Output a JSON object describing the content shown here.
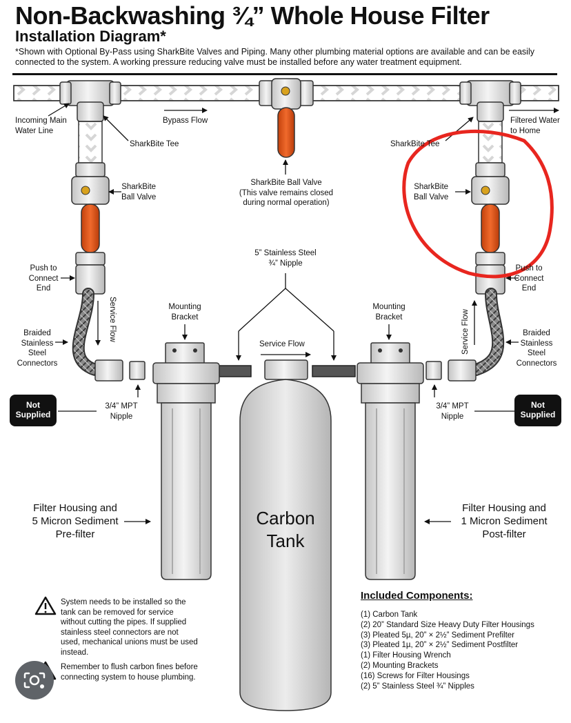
{
  "header": {
    "title": "Non-Backwashing ¾” Whole House Filter",
    "subtitle": "Installation Diagram*",
    "note": "*Shown with Optional By-Pass using SharkBite Valves and Piping. Many other plumbing material options are available and can be easily connected to the system. A working pressure reducing valve must be installed before any water treatment equipment."
  },
  "labels": {
    "incoming": "Incoming Main\nWater Line",
    "bypass_flow": "Bypass Flow",
    "filtered": "Filtered Water\nto Home",
    "tee_left": "SharkBite Tee",
    "tee_right": "SharkBite Tee",
    "ball_valve_left": "SharkBite\nBall Valve",
    "ball_valve_right": "SharkBite\nBall Valve",
    "center_valve": "SharkBite Ball Valve\n(This valve remains closed\nduring normal operation)",
    "push_left": "Push to\nConnect\nEnd",
    "push_right": "Push to\nConnect\nEnd",
    "nipple_5": "5” Stainless Steel\n¾” Nipple",
    "service_flow_left": "Service Flow",
    "service_flow_center": "Service Flow",
    "service_flow_right": "Service Flow",
    "mounting_left": "Mounting\nBracket",
    "mounting_right": "Mounting\nBracket",
    "braided_left": "Braided\nStainless\nSteel\nConnectors",
    "braided_right": "Braided\nStainless\nSteel\nConnectors",
    "not_supplied_left": "Not\nSupplied",
    "not_supplied_right": "Not\nSupplied",
    "mpt_left": "3/4” MPT\nNipple",
    "mpt_right": "3/4” MPT\nNipple",
    "housing_left": "Filter Housing and\n5 Micron Sediment\nPre-filter",
    "housing_right": "Filter Housing and\n1 Micron Sediment\nPost-filter",
    "tank": "Carbon\nTank"
  },
  "warnings": {
    "install": "System needs to be installed so the tank can be removed for service without cutting the pipes. If supplied stainless steel connectors are not used, mechanical unions must be used instead.",
    "flush": "Remember to flush carbon fines before connecting system to house plumbing."
  },
  "components": {
    "title": "Included Components:",
    "items": [
      "(1) Carbon Tank",
      "(2) 20” Standard Size Heavy Duty Filter Housings",
      "(3) Pleated 5µ, 20” × 2½” Sediment Prefilter",
      "(3) Pleated 1µ, 20” × 2½” Sediment Postfilter",
      "(1) Filter Housing Wrench",
      "(2) Mounting Brackets",
      "(16) Screws for Filter Housings",
      "(2) 5” Stainless Steel ¾” Nipples"
    ]
  },
  "icons": {
    "warning": "warning-triangle-icon",
    "lens": "lens-overlay-icon"
  },
  "colors": {
    "valve_handle": "#d9531e",
    "highlight_circle": "#e8261f",
    "badge": "#111111",
    "pipe_outline": "#333333"
  }
}
